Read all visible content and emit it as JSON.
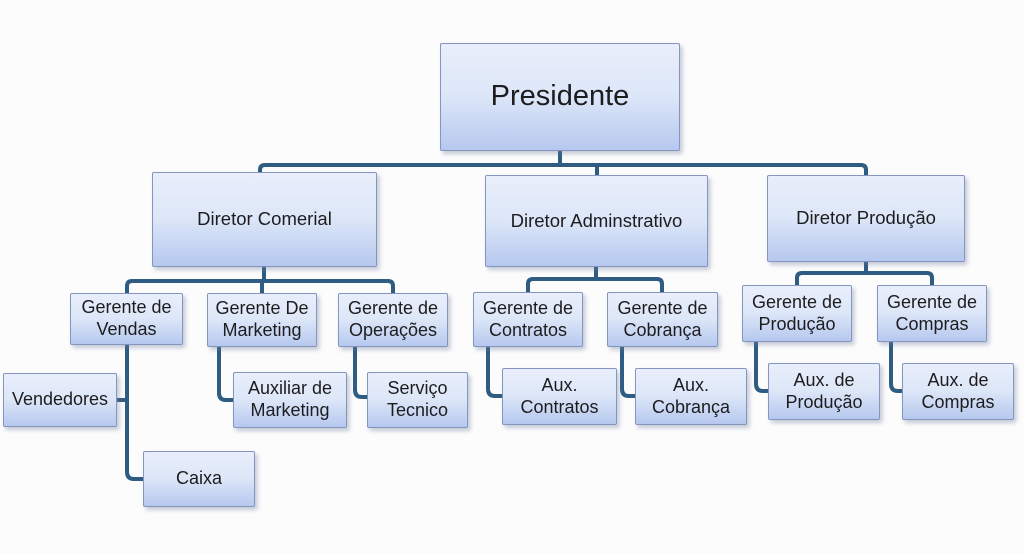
{
  "colors": {
    "background": "#fcfcfd",
    "box_top": "#e9eefb",
    "box_mid": "#dde7f8",
    "box_bottom": "#b6c8ef",
    "box_border": "#8496bd",
    "connector": "#2e5c82",
    "text": "#1d1d1f"
  },
  "org": {
    "root": {
      "label": "Presidente",
      "children": [
        {
          "label": "Diretor Comerial",
          "children": [
            {
              "label": "Gerente de Vendas",
              "children": [
                {
                  "label": "Vendedores"
                },
                {
                  "label": "Caixa"
                }
              ]
            },
            {
              "label": "Gerente De Marketing",
              "children": [
                {
                  "label": "Auxiliar de Marketing"
                }
              ]
            },
            {
              "label": "Gerente de Operações",
              "children": [
                {
                  "label": "Serviço Tecnico"
                }
              ]
            }
          ]
        },
        {
          "label": "Diretor Adminstrativo",
          "children": [
            {
              "label": "Gerente de Contratos",
              "children": [
                {
                  "label": "Aux. Contratos"
                }
              ]
            },
            {
              "label": "Gerente de Cobrança",
              "children": [
                {
                  "label": "Aux. Cobrança"
                }
              ]
            }
          ]
        },
        {
          "label": "Diretor Produção",
          "children": [
            {
              "label": "Gerente de Produção",
              "children": [
                {
                  "label": "Aux. de Produção"
                }
              ]
            },
            {
              "label": "Gerente de Compras",
              "children": [
                {
                  "label": "Aux. de Compras"
                }
              ]
            }
          ]
        }
      ]
    }
  }
}
